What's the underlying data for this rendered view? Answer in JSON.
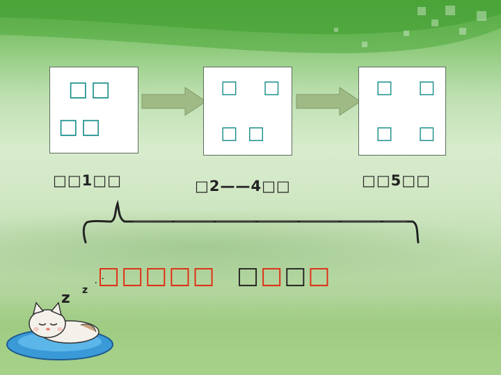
{
  "boxes": [
    {
      "line1": "□□",
      "line2": "□□"
    },
    {
      "line1": "□ □",
      "line2": "□□"
    },
    {
      "line1": "□ □",
      "line2": "□ □"
    }
  ],
  "stage_labels": [
    "□□1□□",
    "□2——4□□",
    "□□5□□"
  ],
  "bottom": {
    "red_phrase": "□□□□□",
    "mixed": [
      "□",
      "□",
      "□",
      "□"
    ]
  },
  "colors": {
    "box_text": "#1a8f8a",
    "highlight": "#e02a10",
    "arrow": "#9fba85"
  },
  "icons": [
    "sleeping-cat-icon",
    "right-arrow-icon"
  ]
}
